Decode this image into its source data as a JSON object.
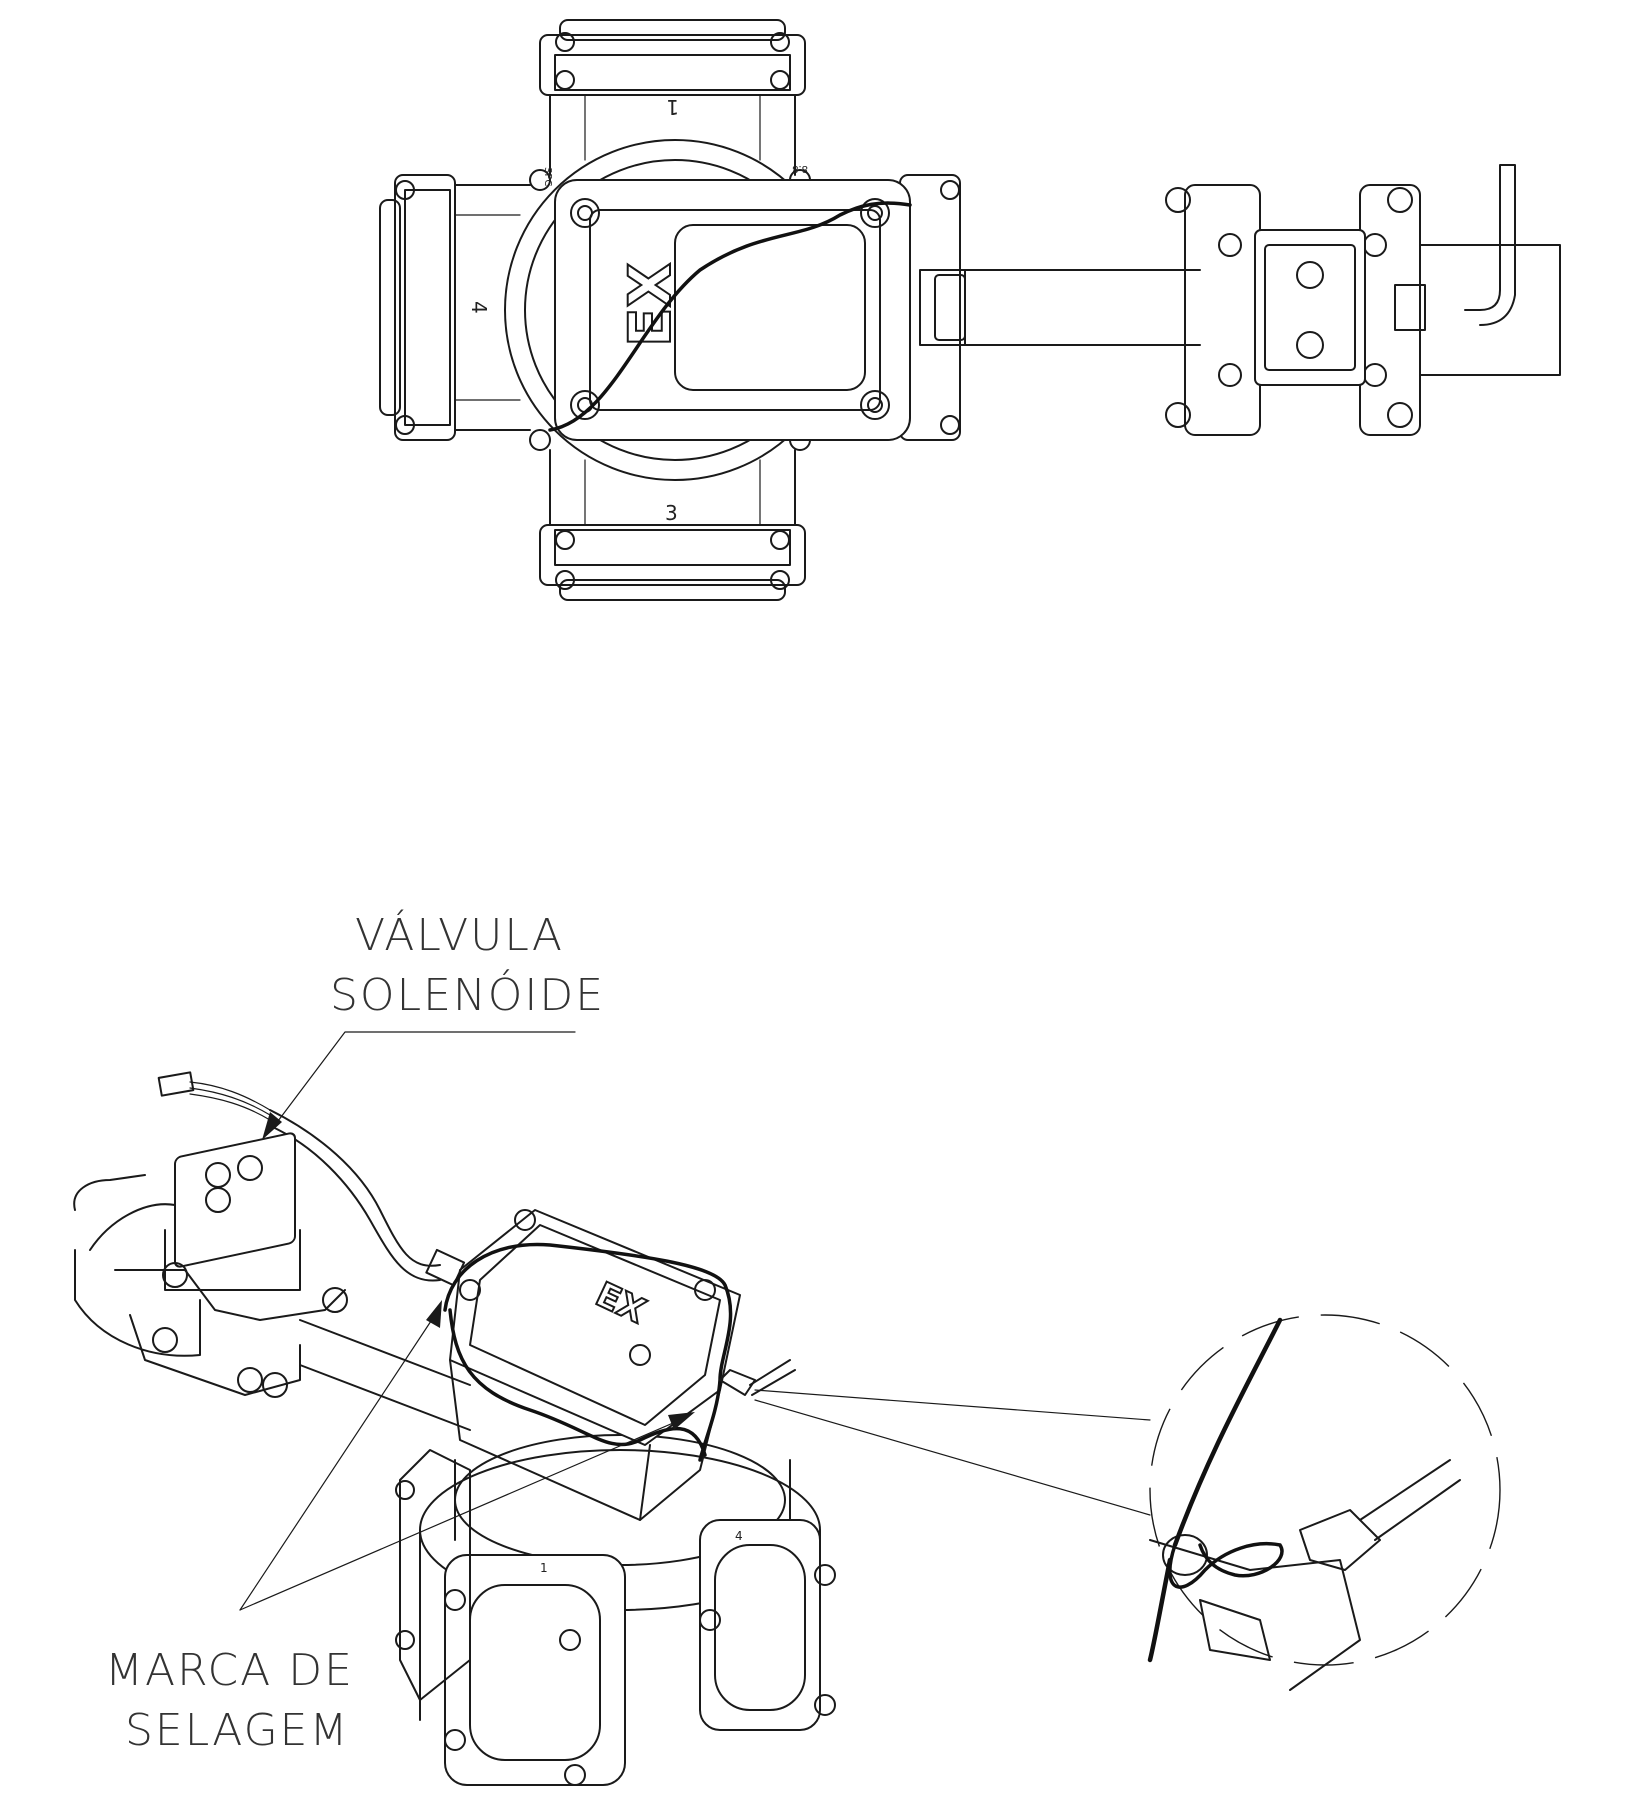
{
  "labels": {
    "solenoid_line1": "VÁLVULA",
    "solenoid_line2": "SOLENÓIDE",
    "seal_line1": "MARCA DE",
    "seal_line2": "SELAGEM"
  },
  "meter_top_view": {
    "port_numbers": [
      "1",
      "3",
      "4"
    ],
    "ex_mark": "EX",
    "bolt_marks": [
      "SPC",
      "8.8"
    ]
  },
  "meter_iso_view": {
    "ex_mark": "EX",
    "port_numbers": [
      "1",
      "4"
    ]
  },
  "colors": {
    "line": "#1a1a1a",
    "label_text": "#333333",
    "background": "#ffffff"
  }
}
